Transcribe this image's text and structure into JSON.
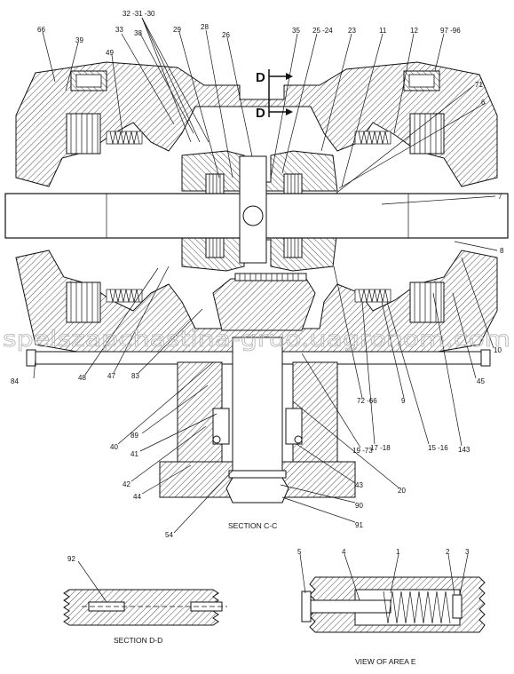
{
  "diagram": {
    "section_markers": {
      "left": "D",
      "right": "D"
    },
    "captions": {
      "main": "SECTION C-C",
      "detail_dd": "SECTION D-D",
      "detail_e": "VIEW OF AREA E"
    },
    "callouts": [
      "32 -31 -30",
      "66",
      "39",
      "49",
      "33",
      "38",
      "29",
      "28",
      "26",
      "35",
      "25 -24",
      "23",
      "11",
      "12",
      "97 -96",
      "71",
      "6",
      "7",
      "8",
      "10",
      "84",
      "48",
      "47",
      "83",
      "40",
      "89",
      "41",
      "42",
      "44",
      "54",
      "72 -66",
      "9",
      "17 -18",
      "15 -16",
      "143",
      "45",
      "19 -73",
      "20",
      "43",
      "90",
      "91",
      "92",
      "5",
      "4",
      "1",
      "2",
      "3"
    ],
    "watermark": "spelszapchastina-gruo.uagronom.com"
  }
}
